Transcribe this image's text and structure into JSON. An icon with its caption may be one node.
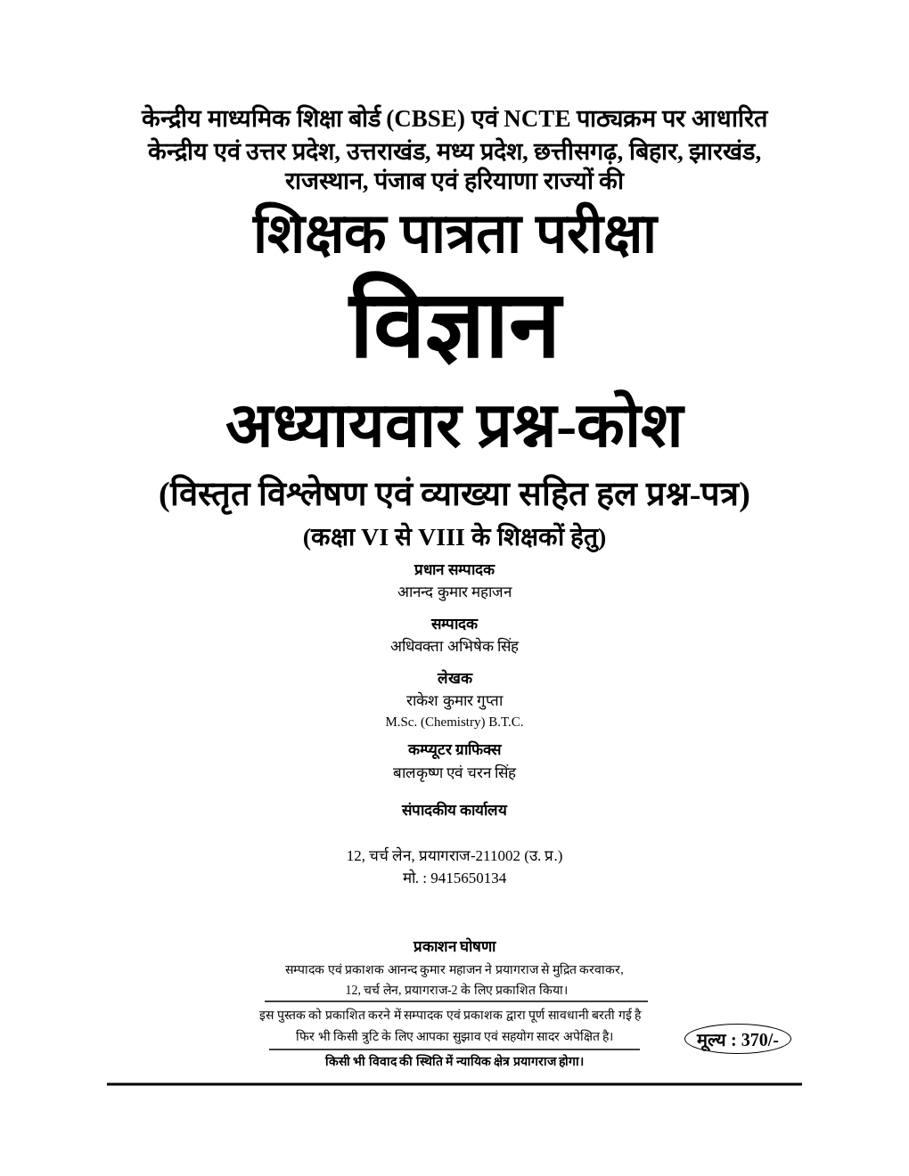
{
  "diagram": {
    "nodes": [
      {
        "text": [
          "मूल्य : 370/-"
        ]
      }
    ],
    "labels": [
      "केन्द्रीय माध्यमिक शिक्षा बोर्ड (CBSE) एवं NCTE पाठ्यक्रम पर आधारित",
      "केन्द्रीय एवं उत्तर प्रदेश, उत्तराखंड, मध्य प्रदेश, छत्तीसगढ़, बिहार, झारखंड,",
      "राजस्थान, पंजाब एवं हरियाणा राज्यों की",
      "शिक्षक पात्रता परीक्षा",
      "विज्ञान",
      "अध्यायवार प्रश्न-कोश",
      "(विस्तृत विश्लेषण एवं व्याख्या सहित हल प्रश्न-पत्र)",
      "(कक्षा VI से VIII के शिक्षकों हेतु)",
      "प्रधान सम्पादक",
      "आनन्द कुमार महाजन",
      "सम्पादक",
      "अधिवक्ता अभिषेक सिंह",
      "लेखक",
      "राकेश कुमार गुप्ता",
      "M.Sc. (Chemistry) B.T.C.",
      "कम्प्यूटर ग्राफिक्स",
      "बालकृष्ण एवं चरन सिंह",
      "संपादकीय कार्यालय",
      "12, चर्च लेन, प्रयागराज-211002 (उ. प्र.)",
      "मो. : 9415650134",
      "प्रकाशन घोषणा",
      "सम्पादक एवं प्रकाशक आनन्द कुमार महाजन ने प्रयागराज से मुद्रित करवाकर,",
      "12, चर्च लेन, प्रयागराज-2 के लिए प्रकाशित किया।",
      "इस पुस्तक को प्रकाशित करने में सम्पादक एवं प्रकाशक द्वारा पूर्ण सावधानी बरती गई है",
      "फिर भी किसी त्रुटि के लिए आपका सुझाव एवं सहयोग सादर अपेक्षित है।",
      "किसी भी विवाद की स्थिति में न्यायिक क्षेत्र प्रयागराज होगा।"
    ]
  }
}
